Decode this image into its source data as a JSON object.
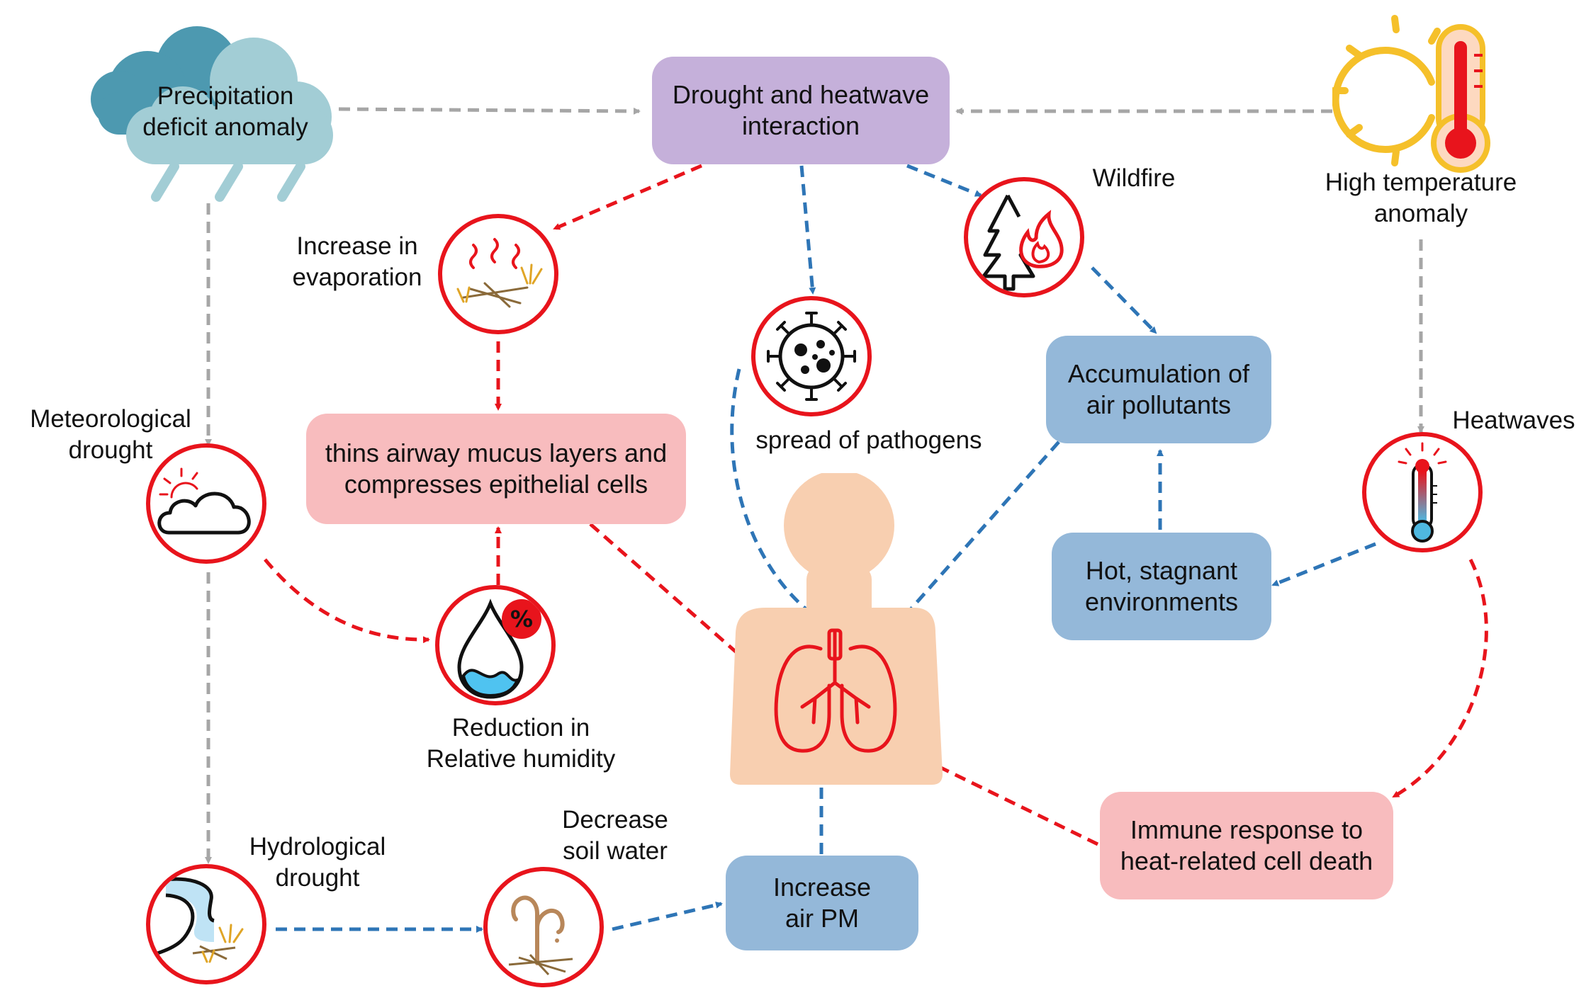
{
  "nodes": {
    "precip": "Precipitation\ndeficit anomaly",
    "drought_heatwave": "Drought and heatwave\ninteraction",
    "high_temp": "High temperature\nanomaly",
    "wildfire": "Wildfire",
    "evaporation": "Increase in\nevaporation",
    "pathogens": "spread of pathogens",
    "pollutants": "Accumulation of\nair pollutants",
    "meteorological": "Meteorological\ndrought",
    "mucus": "thins airway mucus layers and\ncompresses epithelial cells",
    "heatwaves": "Heatwaves",
    "stagnant": "Hot, stagnant\nenvironments",
    "humidity": "Reduction in\nRelative humidity",
    "immune": "Immune response to\nheat-related cell death",
    "hydrological": "Hydrological\ndrought",
    "soil": "Decrease\nsoil water",
    "air_pm": "Increase\nair PM"
  },
  "colors": {
    "red_arrow": "#e8141c",
    "blue_arrow": "#2e75b6",
    "gray_arrow": "#a6a6a6",
    "purple_box": "#c5b0da",
    "pink_box": "#f8bcbe",
    "blue_box": "#94b8d9",
    "body": "#f8cfb0",
    "circle_border": "#e8141c"
  },
  "icons": {
    "precip": "rain-cloud-icon",
    "high_temp": "sun-thermometer-icon",
    "evaporation": "dry-ground-heat-icon",
    "wildfire": "burning-tree-icon",
    "pathogens": "virus-icon",
    "meteorological": "sun-cloud-icon",
    "humidity": "humidity-drop-icon",
    "heatwaves": "thermometer-icon",
    "hydrological": "dry-river-icon",
    "soil": "wilted-plant-icon",
    "human": "human-lungs-icon"
  }
}
